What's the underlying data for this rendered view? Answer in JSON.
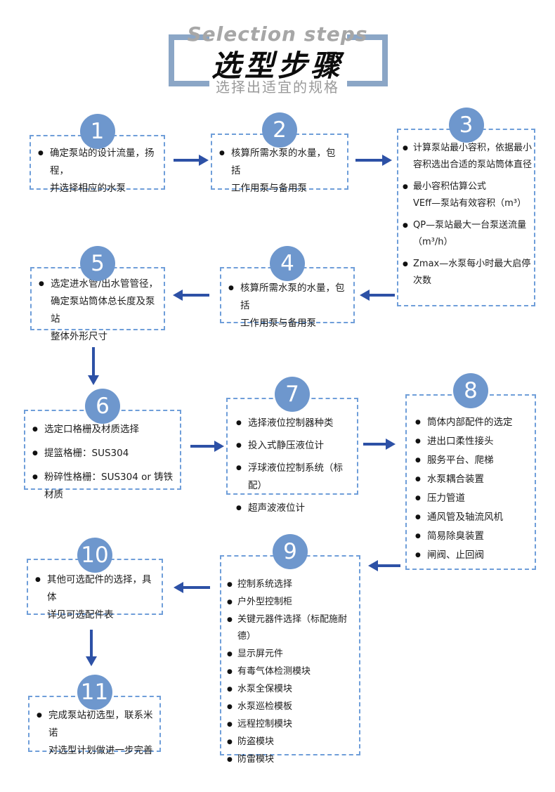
{
  "bullet": "●",
  "colors": {
    "arrow": "#2d51a6",
    "circle": "#6e97cd",
    "border": "#6f9ed9",
    "bracket": "#8ba6c6"
  },
  "header": {
    "title_en": "Selection steps",
    "title_zh": "选型步骤",
    "subtitle": "选择出适宜的规格"
  },
  "steps": [
    {
      "number": "1",
      "bullets": [
        "确定泵站的设计流量，扬程，\n并选择相应的水泵"
      ]
    },
    {
      "number": "2",
      "bullets": [
        "核算所需水泵的水量，包括\n工作用泵与备用泵"
      ]
    },
    {
      "number": "3",
      "bullets": [
        "计算泵站最小容积，依据最小\n容积选出合适的泵站筒体直径",
        "最小容积估算公式\nVEff—泵站有效容积（m³）",
        "QP—泵站最大一台泵送流量\n（m³/h）",
        "Zmax—水泵每小时最大启停\n次数"
      ]
    },
    {
      "number": "4",
      "bullets": [
        "核算所需水泵的水量，包括\n工作用泵与备用泵"
      ]
    },
    {
      "number": "5",
      "bullets": [
        "选定进水管/出水管管径，\n确定泵站筒体总长度及泵站\n整体外形尺寸"
      ]
    },
    {
      "number": "6",
      "bullets": [
        "选定口格栅及材质选择",
        "提篮格栅：SUS304",
        "粉碎性格栅：SUS304 or 铸铁材质"
      ]
    },
    {
      "number": "7",
      "bullets": [
        "选择液位控制器种类",
        "投入式静压液位计",
        "浮球液位控制系统（标配）",
        "超声波液位计"
      ]
    },
    {
      "number": "8",
      "bullets": [
        "筒体内部配件的选定",
        "进出口柔性接头",
        "服务平台、爬梯",
        "水泵耦合装置",
        "压力管道",
        "通风管及轴流风机",
        "简易除臭装置",
        "闸阀、止回阀"
      ]
    },
    {
      "number": "9",
      "bullets": [
        "控制系统选择",
        "户外型控制柜",
        "关键元器件选择（标配施耐德）",
        "显示屏元件",
        "有毒气体检测模块",
        "水泵全保模块",
        "水泵巡检模板",
        "远程控制模块",
        "防盗模块",
        "防雷模块"
      ]
    },
    {
      "number": "10",
      "bullets": [
        "其他可选配件的选择，具体\n详见可选配件表"
      ]
    },
    {
      "number": "11",
      "bullets": [
        "完成泵站初选型，联系米诺\n对选型计划做进一步完善"
      ]
    }
  ]
}
